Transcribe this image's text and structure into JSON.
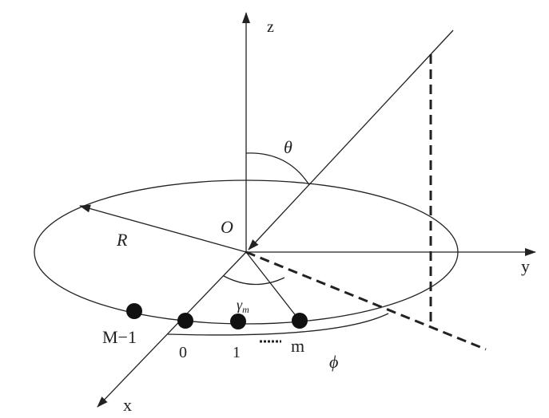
{
  "axes": {
    "z": "z",
    "y": "y",
    "x": "x"
  },
  "symbols": {
    "origin": "O",
    "radius": "R",
    "theta": "θ",
    "phi": "ϕ",
    "gamma": "γ",
    "gamma_sub": "m"
  },
  "elements": {
    "last": "M−1",
    "first": "0",
    "second": "1",
    "mth": "m"
  },
  "colors": {
    "ink": "#222222",
    "background": "#ffffff"
  }
}
